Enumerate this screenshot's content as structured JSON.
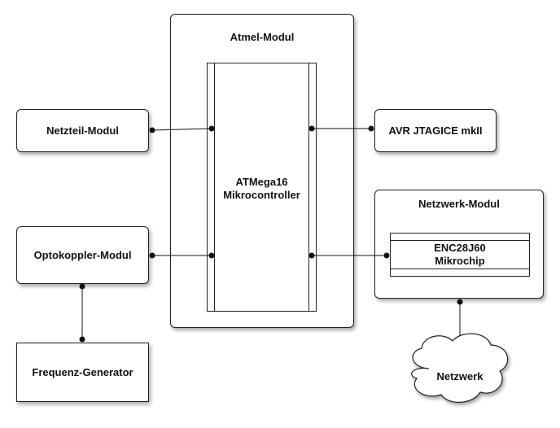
{
  "atmel": {
    "title": "Atmel-Modul"
  },
  "mcu": {
    "line1": "ATMega16",
    "line2": "Mikrocontroller"
  },
  "netzteil": {
    "label": "Netzteil-Modul"
  },
  "optokoppler": {
    "label": "Optokoppler-Modul"
  },
  "frequenz": {
    "label": "Frequenz-Generator"
  },
  "jtag": {
    "label": "AVR JTAGICE mkII"
  },
  "netzwerk_modul": {
    "title": "Netzwerk-Modul"
  },
  "enc": {
    "line1": "ENC28J60",
    "line2": "Mikrochip"
  },
  "cloud": {
    "label": "Netzwerk"
  }
}
